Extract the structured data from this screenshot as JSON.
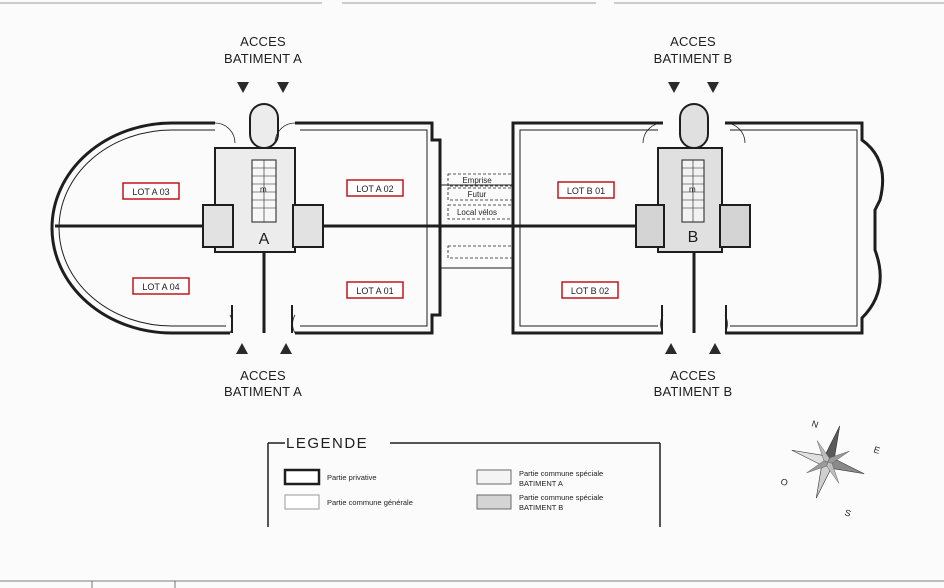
{
  "access_labels": {
    "top_a": [
      "ACCES",
      "BATIMENT A"
    ],
    "top_b": [
      "ACCES",
      "BATIMENT B"
    ],
    "bottom_a": [
      "ACCES",
      "BATIMENT A"
    ],
    "bottom_b": [
      "ACCES",
      "BATIMENT B"
    ]
  },
  "lots": {
    "a03": "LOT A 03",
    "a02": "LOT A 02",
    "a04": "LOT A 04",
    "a01": "LOT A 01",
    "b01": "LOT B 01",
    "b02": "LOT B 02"
  },
  "building_letters": {
    "a": "A",
    "b": "B"
  },
  "center_labels": {
    "emprise": "Emprise",
    "futur": "Futur",
    "local_velos": "Local vélos"
  },
  "stair_label": "m",
  "legend": {
    "title": "LEGENDE",
    "items": {
      "privative": "Partie privative",
      "commune_generale": "Partie commune générale",
      "speciale_a_line1": "Partie commune spéciale",
      "speciale_a_line2": "BATIMENT A",
      "speciale_b_line1": "Partie commune spéciale",
      "speciale_b_line2": "BATIMENT B"
    }
  },
  "compass": {
    "n": "N",
    "e": "E",
    "s": "S",
    "o": "O"
  },
  "colors": {
    "lot_label_border": "#c0161c",
    "wall": "#1e1e1e",
    "special_b": "#d4d4d4",
    "special_a": "#ececec"
  }
}
